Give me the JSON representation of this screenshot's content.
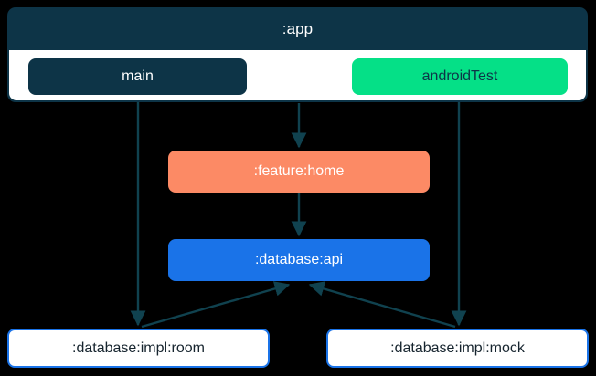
{
  "diagram": {
    "title": ":app",
    "background_color": "#000000",
    "edge_color": "#10424f",
    "clusters": [
      {
        "id": "app",
        "label": ":app",
        "fill": "#0d3447",
        "body_fill": "#ffffff",
        "children": [
          "main",
          "androidTest"
        ]
      }
    ],
    "nodes": [
      {
        "id": "main",
        "label": "main",
        "fill": "#0d3447",
        "text_color": "#ffffff",
        "shape": "rounded-rect"
      },
      {
        "id": "androidTest",
        "label": "androidTest",
        "fill": "#05e087",
        "text_color": "#0d3447",
        "shape": "rounded-rect"
      },
      {
        "id": "feature_home",
        "label": ":feature:home",
        "fill": "#fc8a65",
        "text_color": "#ffffff",
        "shape": "rounded-rect"
      },
      {
        "id": "database_api",
        "label": ":database:api",
        "fill": "#1a73e8",
        "text_color": "#ffffff",
        "shape": "rounded-rect"
      },
      {
        "id": "database_impl_room",
        "label": ":database:impl:room",
        "fill": "#ffffff",
        "border_color": "#1a73e8",
        "text_color": "#16242e",
        "shape": "rounded-rect"
      },
      {
        "id": "database_impl_mock",
        "label": ":database:impl:mock",
        "fill": "#ffffff",
        "border_color": "#1a73e8",
        "text_color": "#16242e",
        "shape": "rounded-rect"
      }
    ],
    "edges": [
      {
        "from": "main",
        "to": "database_impl_room",
        "style": "solid",
        "arrow": "end"
      },
      {
        "from": "app",
        "to": "feature_home",
        "style": "solid",
        "arrow": "end"
      },
      {
        "from": "androidTest",
        "to": "database_impl_mock",
        "style": "solid",
        "arrow": "end"
      },
      {
        "from": "feature_home",
        "to": "database_api",
        "style": "solid",
        "arrow": "end"
      },
      {
        "from": "database_impl_room",
        "to": "database_api",
        "style": "solid",
        "arrow": "end"
      },
      {
        "from": "database_impl_mock",
        "to": "database_api",
        "style": "solid",
        "arrow": "end"
      }
    ]
  }
}
